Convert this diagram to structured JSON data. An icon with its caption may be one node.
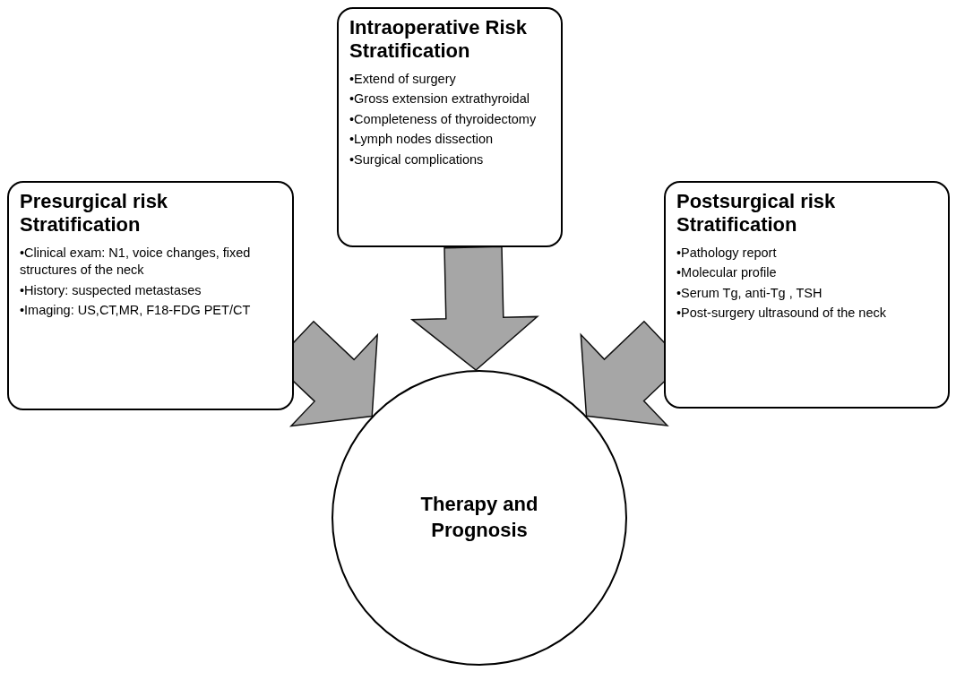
{
  "diagram": {
    "nodes": [
      {
        "text": [
          "Intraoperative Risk Stratification",
          "•Extend of surgery",
          "•Gross extension extrathyroidal",
          "•Completeness of thyroidectomy",
          "•Lymph nodes dissection",
          "•Surgical complications"
        ]
      },
      {
        "text": [
          "Presurgical risk Stratification",
          "•Clinical exam: N1, voice changes, fixed structures of the neck",
          "•History: suspected metastases",
          "•Imaging: US,CT,MR, F18-FDG PET/CT"
        ]
      },
      {
        "text": [
          "Postsurgical risk Stratification",
          "•Pathology report",
          "•Molecular profile",
          "•Serum Tg, anti-Tg , TSH",
          "•Post-surgery ultrasound of the neck"
        ]
      },
      {
        "text": [
          "Therapy and Prognosis"
        ]
      }
    ],
    "edges": [
      {
        "from": 0,
        "to": 3,
        "arrow": "to"
      },
      {
        "from": 1,
        "to": 3,
        "arrow": "to"
      },
      {
        "from": 2,
        "to": 3,
        "arrow": "to"
      }
    ]
  }
}
